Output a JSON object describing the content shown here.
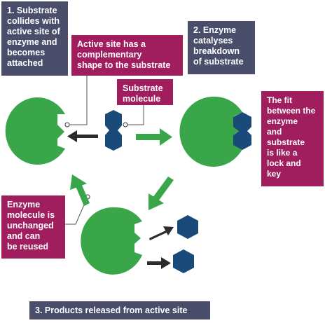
{
  "colors": {
    "enzyme": "#3aa64a",
    "substrate": "#1a4a7a",
    "arrow_green": "#3aa64a",
    "arrow_dark": "#2b2b2b",
    "label_slate": "#4a4e6b",
    "label_berry": "#a01d5e",
    "callout_line": "#555555"
  },
  "labels": {
    "step1": "1. Substrate\ncollides with\nactive site of\nenzyme and\nbecomes\nattached",
    "active_site": "Active site has a\ncomplementary\nshape to the substrate",
    "substrate_molecule": "Substrate\nmolecule",
    "step2": "2. Enzyme\ncatalyses\nbreakdown\nof substrate",
    "lock_and_key": "The fit\nbetween the enzyme\nand\nsubstrate\nis like a\nlock and\nkey",
    "enzyme_unchanged": "Enzyme\nmolecule is\nunchanged\nand can\nbe reused",
    "step3": "3. Products released from active site"
  }
}
